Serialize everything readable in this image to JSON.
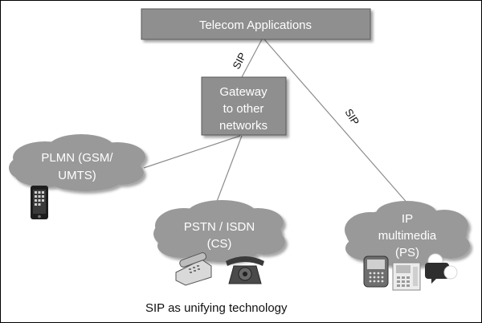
{
  "nodes": {
    "telecom_apps": {
      "label": "Telecom Applications"
    },
    "gateway": {
      "lines": [
        "Gateway",
        "to other",
        "networks"
      ]
    },
    "plmn": {
      "lines": [
        "PLMN (GSM/",
        "UMTS)"
      ]
    },
    "pstn": {
      "lines": [
        "PSTN / ISDN",
        "(CS)"
      ]
    },
    "ip": {
      "lines": [
        "IP",
        "multimedia",
        "(PS)"
      ]
    }
  },
  "edges": {
    "apps_gateway": {
      "label": "SIP"
    },
    "apps_ip": {
      "label": "SIP"
    }
  },
  "caption": "SIP as unifying technology",
  "colors": {
    "box_fill": "#8f8f8f",
    "box_stroke": "#5a5a5a",
    "cloud_fill": "#999999",
    "line": "#8c8c8c"
  },
  "icons": {
    "plmn": [
      "mobile-phone-icon"
    ],
    "pstn": [
      "desk-telephone-icon",
      "rotary-telephone-icon"
    ],
    "ip": [
      "pda-device-icon",
      "ip-phone-icon",
      "chat-bubble-icon"
    ]
  }
}
